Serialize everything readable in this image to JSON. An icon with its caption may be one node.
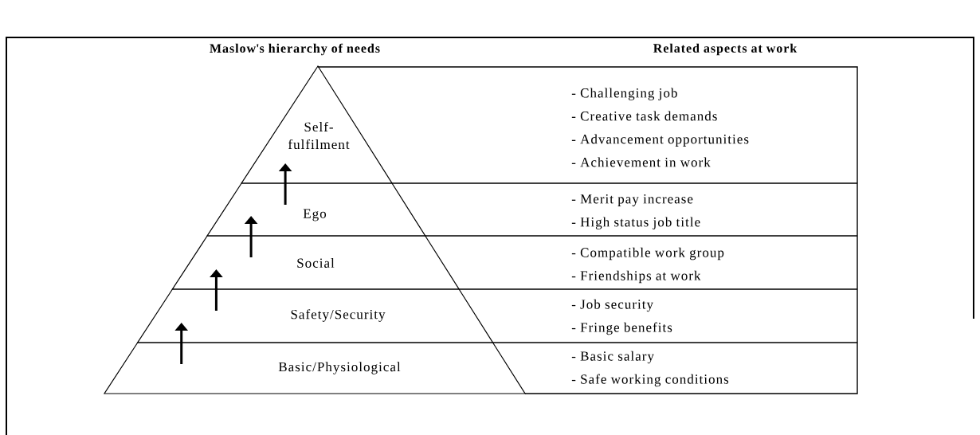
{
  "diagram": {
    "nodes": [
      {
        "text": [
          "Self-fulfilment"
        ]
      },
      {
        "text": [
          "Ego"
        ]
      },
      {
        "text": [
          "Social"
        ]
      },
      {
        "text": [
          "Safety/Security"
        ]
      },
      {
        "text": [
          "Basic/Physiological"
        ]
      },
      {
        "text": [
          "- Challenging job",
          "- Creative task demands",
          "- Advancement opportunities",
          "- Achievement in work"
        ]
      },
      {
        "text": [
          "- Merit pay increase",
          "- High status job title"
        ]
      },
      {
        "text": [
          "- Compatible work group",
          "- Friendships at work"
        ]
      },
      {
        "text": [
          "- Job security",
          "- Fringe benefits"
        ]
      },
      {
        "text": [
          "- Basic salary",
          "- Safe working conditions"
        ]
      }
    ],
    "edges": [
      {
        "from": 4,
        "to": 3,
        "arrow": "to"
      },
      {
        "from": 3,
        "to": 2,
        "arrow": "to"
      },
      {
        "from": 2,
        "to": 1,
        "arrow": "to"
      },
      {
        "from": 1,
        "to": 0,
        "arrow": "to"
      }
    ],
    "labels": [
      "Maslow's hierarchy of needs",
      "Related aspects at work"
    ]
  }
}
